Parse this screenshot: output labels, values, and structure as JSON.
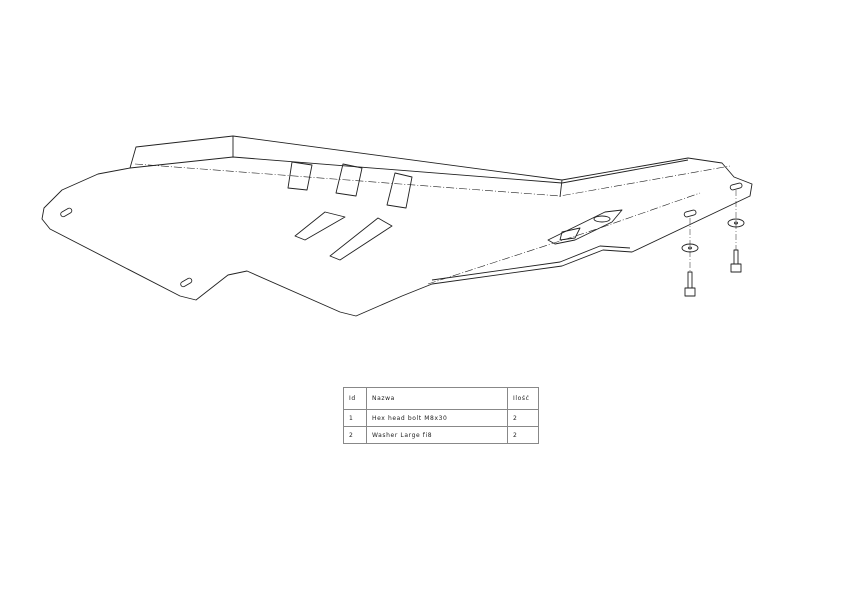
{
  "drawing": {
    "line_color": "#222222",
    "parts": [
      "skid-plate",
      "hex-head-bolt",
      "washer"
    ]
  },
  "parts_table": {
    "headers": [
      "Id",
      "Nazwa",
      "Ilość"
    ],
    "rows": [
      {
        "id": "1",
        "name": "Hex head bolt M8x30",
        "qty": "2"
      },
      {
        "id": "2",
        "name": "Washer Large fi8",
        "qty": "2"
      }
    ]
  }
}
